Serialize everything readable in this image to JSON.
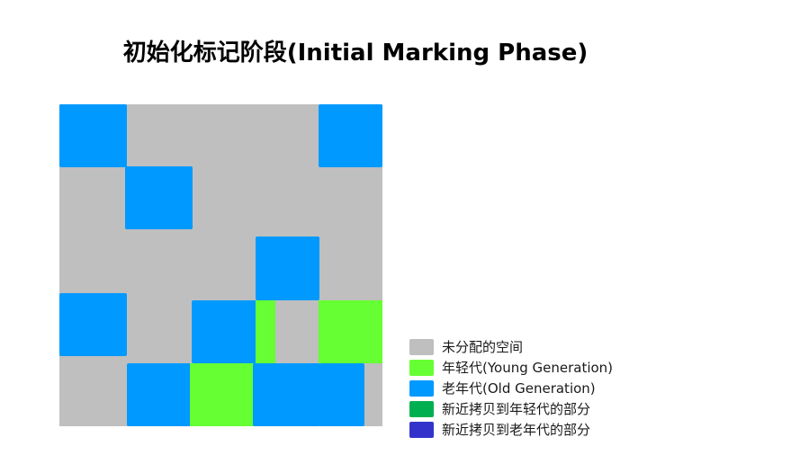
{
  "title": "初始化标记阶段(Initial Marking Phase)",
  "colors": {
    "unallocated": "#bfbfbf",
    "young": "#66ff33",
    "old": "#0099ff",
    "copied_young": "#00b050",
    "copied_old": "#3333cc"
  },
  "regions": [
    {
      "kind": "unallocated"
    },
    {
      "kind": "old"
    },
    {
      "kind": "old"
    },
    {
      "kind": "old"
    },
    {
      "kind": "old"
    },
    {
      "kind": "old"
    },
    {
      "kind": "old"
    },
    {
      "kind": "young"
    },
    {
      "kind": "young"
    },
    {
      "kind": "old"
    },
    {
      "kind": "young"
    },
    {
      "kind": "old"
    },
    {
      "kind": "old"
    }
  ],
  "legend": [
    {
      "label": "未分配的空间",
      "kind": "unallocated"
    },
    {
      "label": "年轻代(Young Generation)",
      "kind": "young"
    },
    {
      "label": "老年代(Old Generation)",
      "kind": "old"
    },
    {
      "label": "新近拷贝到年轻代的部分",
      "kind": "copied_young"
    },
    {
      "label": "新近拷贝到老年代的部分",
      "kind": "copied_old"
    }
  ]
}
